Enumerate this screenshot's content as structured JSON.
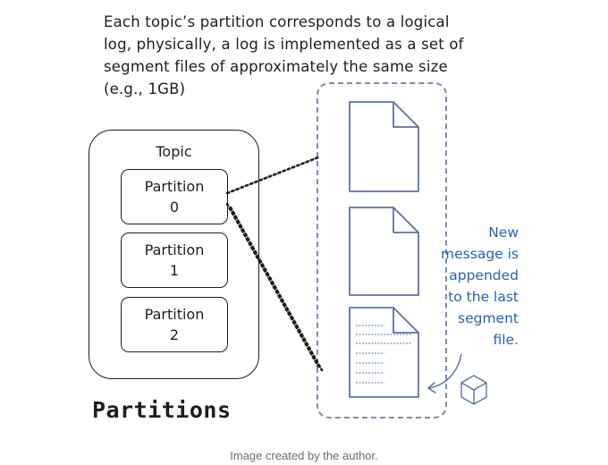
{
  "intro": {
    "lines": [
      "Each topic’s partition corresponds to a logical",
      "log, physically, a log is implemented as a set of",
      "segment files of approximately the same size",
      "(e.g., 1GB)"
    ]
  },
  "topic": {
    "label": "Topic",
    "partitions": [
      {
        "name": "Partition",
        "number": "0"
      },
      {
        "name": "Partition",
        "number": "1"
      },
      {
        "name": "Partition",
        "number": "2"
      }
    ]
  },
  "title": "Partitions",
  "annotation": {
    "lines": [
      "New",
      "message is",
      "appended",
      "to the last",
      "segment",
      "file."
    ]
  },
  "caption": "Image created by the author.",
  "colors": {
    "ink": "#1e1e1e",
    "dashed_border": "#7a8db0",
    "annotation": "#2a62ad",
    "file_stroke": "#5d73a0",
    "caption": "#6b6b6b"
  },
  "icons": [
    "document-icon",
    "document-icon",
    "document-with-lines-icon",
    "cube-icon",
    "curved-arrow-icon"
  ]
}
